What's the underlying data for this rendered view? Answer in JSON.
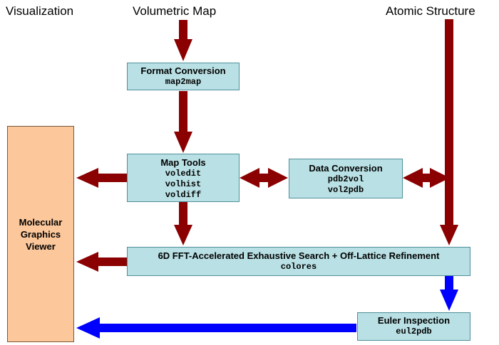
{
  "headers": {
    "visualization": "Visualization",
    "volumetric_map": "Volumetric Map",
    "atomic_structure": "Atomic Structure"
  },
  "boxes": {
    "format_conversion": {
      "title": "Format Conversion",
      "commands": [
        "map2map"
      ]
    },
    "map_tools": {
      "title": "Map Tools",
      "commands": [
        "voledit",
        "volhist",
        "voldiff"
      ]
    },
    "data_conversion": {
      "title": "Data Conversion",
      "commands": [
        "pdb2vol",
        "vol2pdb"
      ]
    },
    "exhaustive_search": {
      "title": "6D FFT-Accelerated Exhaustive Search + Off-Lattice Refinement",
      "commands": [
        "colores"
      ]
    },
    "euler_inspection": {
      "title": "Euler Inspection",
      "commands": [
        "eul2pdb"
      ]
    }
  },
  "viewer": {
    "label": "Molecular\nGraphics\nViewer"
  },
  "colors": {
    "box_fill": "#b9e0e4",
    "viewer_fill": "#fbc79b",
    "dark_red_arrow": "#8b0000",
    "blue_arrow": "#0000ff"
  }
}
